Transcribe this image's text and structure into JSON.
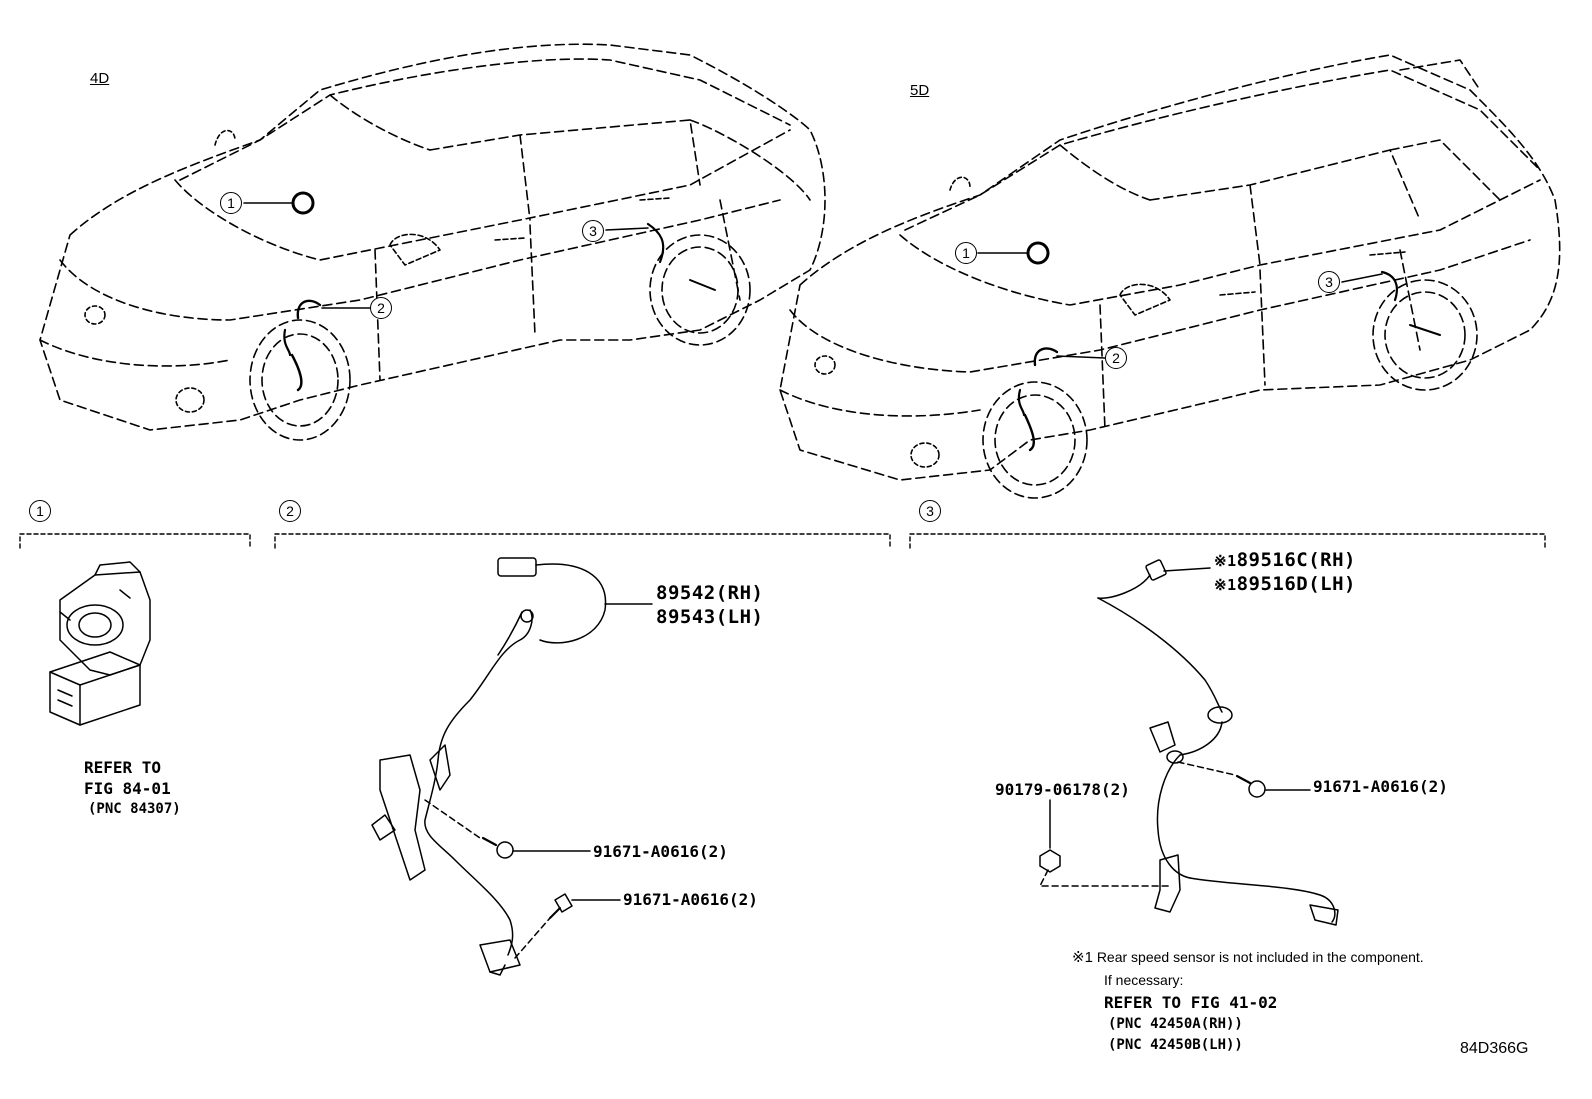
{
  "views": {
    "sedan_label": "4D",
    "wagon_label": "5D"
  },
  "callouts": [
    "1",
    "2",
    "3"
  ],
  "section1": {
    "refer_line1": "REFER TO",
    "refer_line2": "FIG 84-01",
    "refer_pnc": "(PNC 84307)"
  },
  "section2": {
    "part_rh": "89542(RH)",
    "part_lh": "89543(LH)",
    "bolt_upper": "91671-A0616(2)",
    "bolt_lower": "91671-A0616(2)"
  },
  "section3": {
    "part_rh": "89516C(RH)",
    "part_lh": "89516D(LH)",
    "ref_mark": "※1",
    "bolt": "91671-A0616(2)",
    "nut": "90179-06178(2)",
    "note_mark": "※1",
    "note_line1": "Rear speed sensor is not included in the component.",
    "note_line2": "If necessary:",
    "note_refer": "REFER TO FIG 41-02",
    "note_pnc_rh": "(PNC 42450A(RH))",
    "note_pnc_lh": "(PNC 42450B(LH))"
  },
  "figure_code": "84D366G"
}
